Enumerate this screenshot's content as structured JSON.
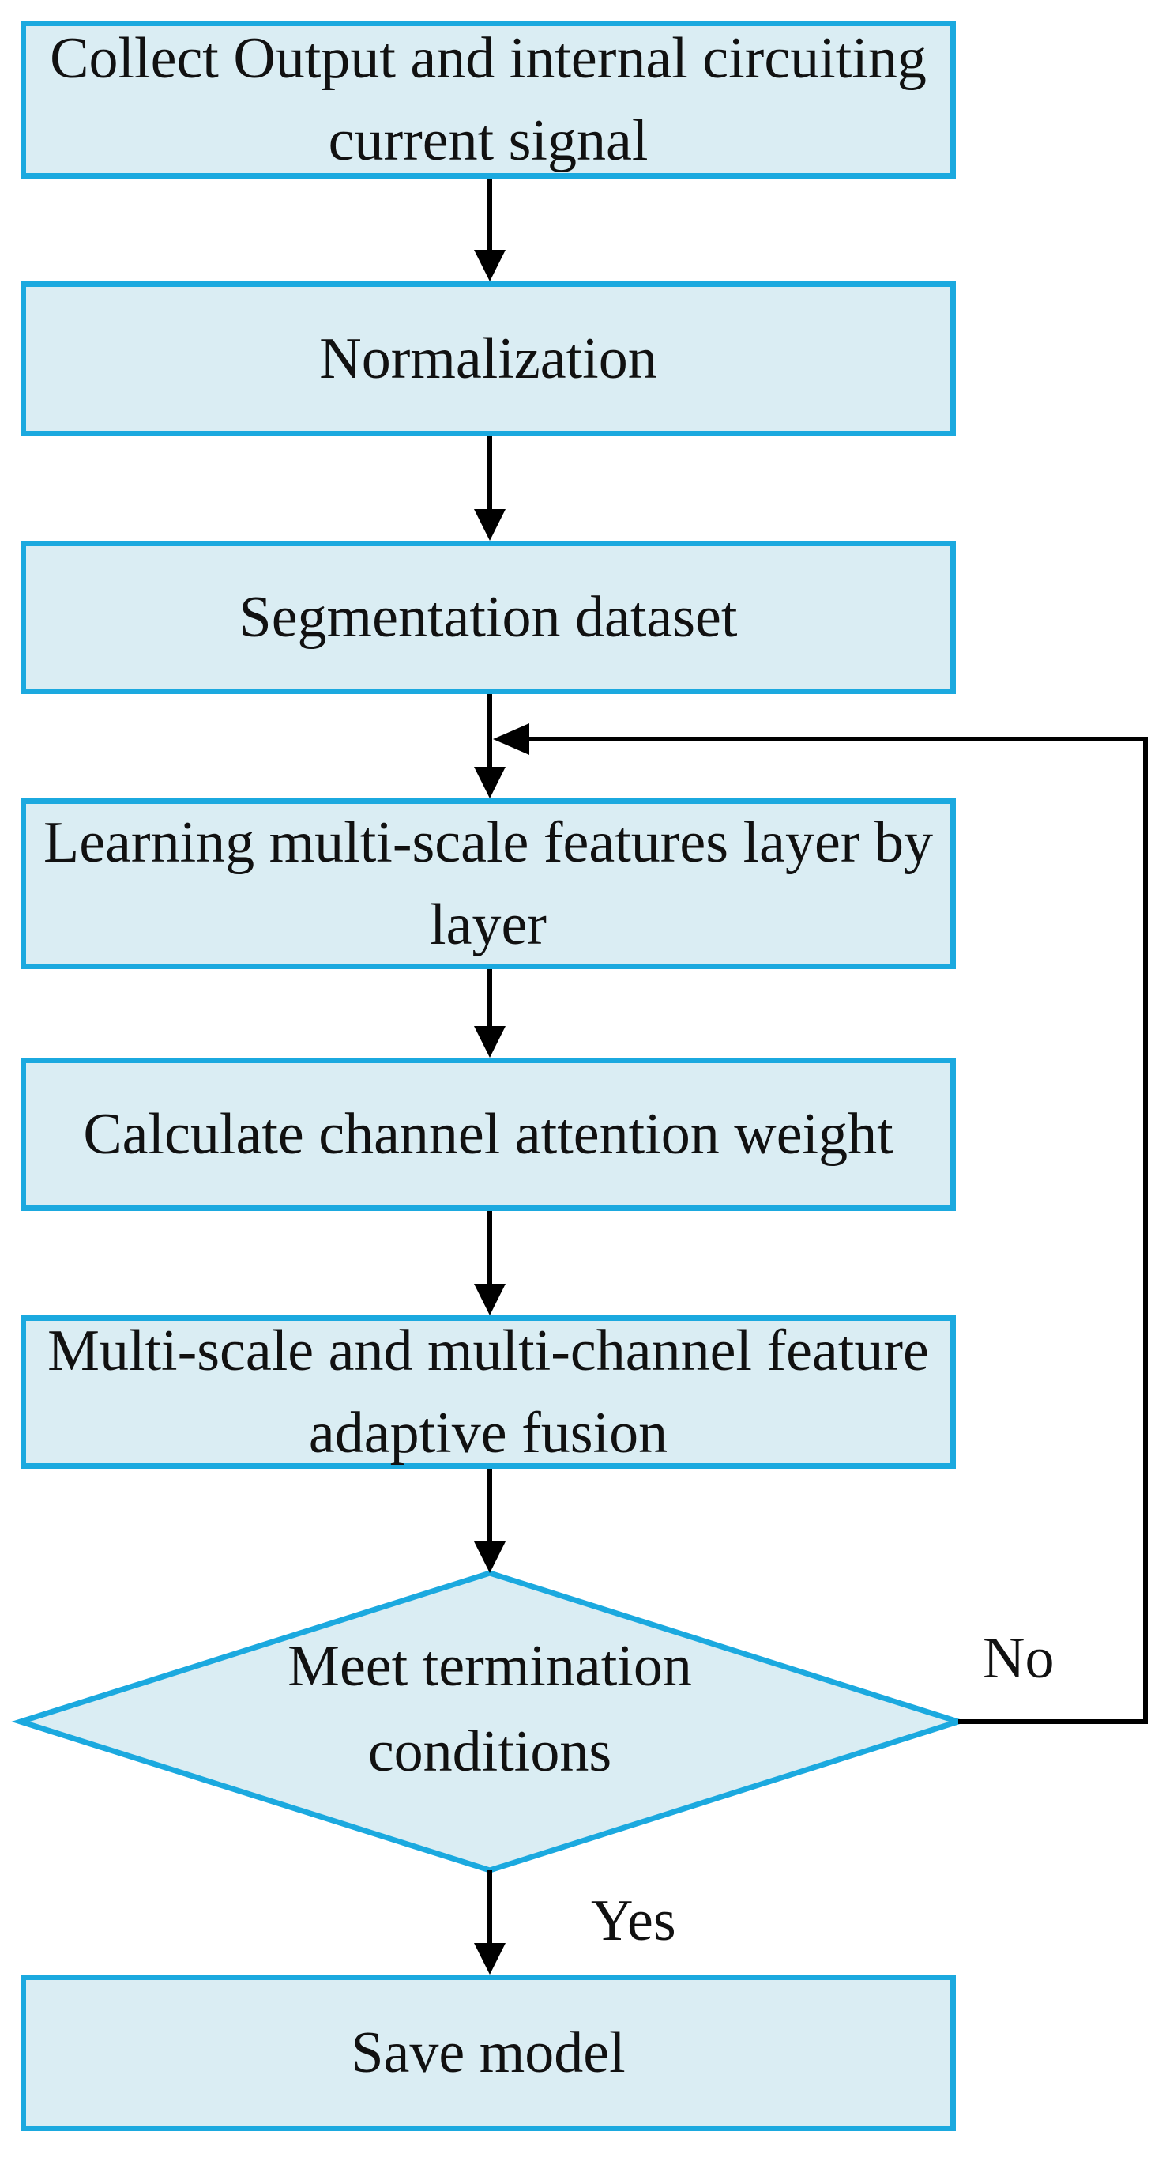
{
  "colors": {
    "box_fill": "#daedf3",
    "box_border": "#1ba9df",
    "arrow": "#000000",
    "text": "#111111"
  },
  "steps": [
    {
      "id": "collect",
      "label": "Collect Output and internal circuiting current signal"
    },
    {
      "id": "normalization",
      "label": "Normalization"
    },
    {
      "id": "segmentation",
      "label": "Segmentation dataset"
    },
    {
      "id": "learning",
      "label": "Learning multi-scale features layer by layer"
    },
    {
      "id": "attention",
      "label": "Calculate channel attention weight"
    },
    {
      "id": "fusion",
      "label": "Multi-scale and multi-channel feature adaptive fusion"
    }
  ],
  "decision": {
    "label": "Meet termination conditions",
    "no_label": "No",
    "yes_label": "Yes"
  },
  "final_step": {
    "id": "save",
    "label": "Save model"
  }
}
